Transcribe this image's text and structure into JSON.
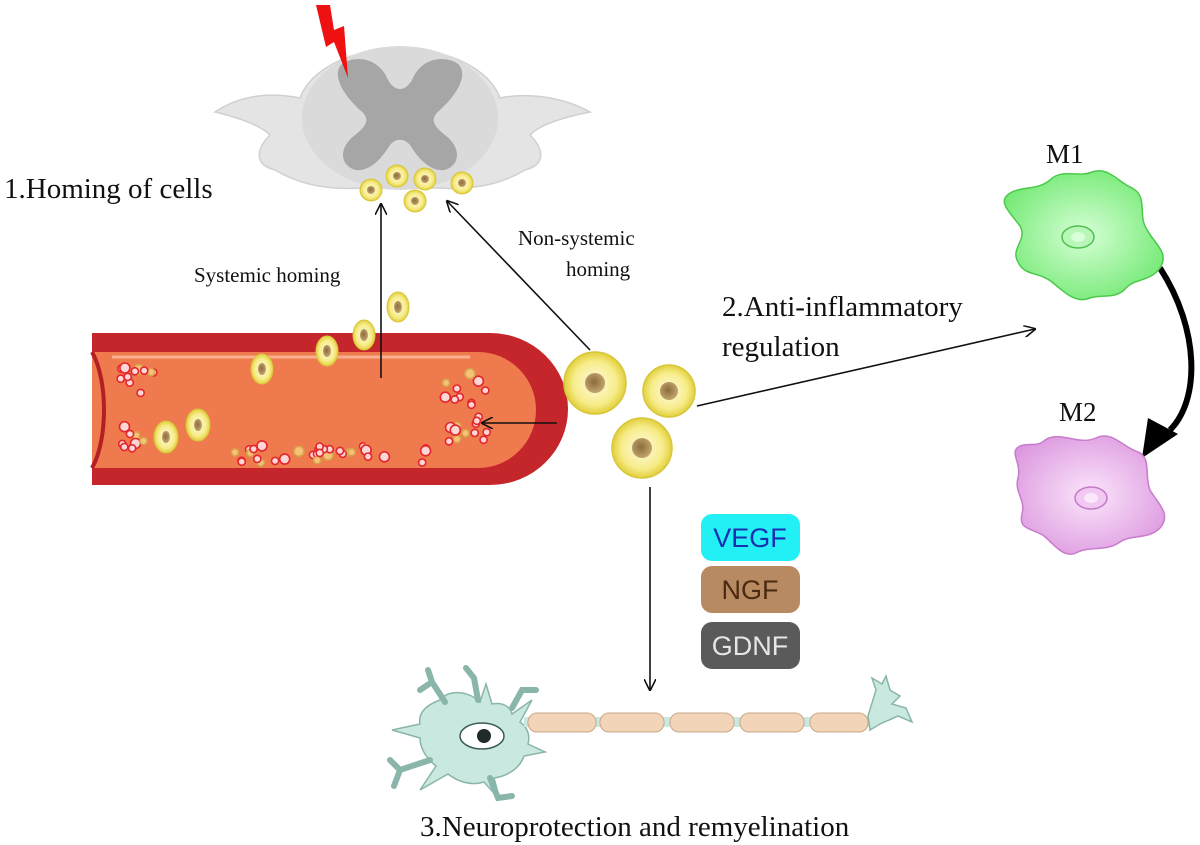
{
  "labels": {
    "homing": "1.Homing of cells",
    "systemic": "Systemic homing",
    "non_systemic_line1": "Non-systemic",
    "non_systemic_line2": "homing",
    "anti_line1": "2.Anti-inflammatory",
    "anti_line2": "regulation",
    "neuro": "3.Neuroprotection and remyelination",
    "m1": "M1",
    "m2": "M2"
  },
  "factors": [
    {
      "name": "VEGF",
      "fill": "#22f0f5",
      "text_color": "#1a2fb0"
    },
    {
      "name": "NGF",
      "fill": "#b88a62",
      "text_color": "#4a2a12"
    },
    {
      "name": "GDNF",
      "fill": "#5a5a5a",
      "text_color": "#e6e6e6"
    }
  ],
  "colors": {
    "vessel_outer": "#c4262b",
    "vessel_inner": "#ee7c4f",
    "stem_cell": "#f2e46a",
    "stem_nucleus": "#a8874f",
    "m1_macrophage": "#7ef07e",
    "m2_macrophage": "#e8a6ea",
    "neuron": "#c8e8e0",
    "myelin": "#f2d4b8",
    "spinal_cord_white": "#dedede",
    "spinal_cord_grey": "#a8a8a8",
    "injury_bolt": "#f01010"
  }
}
